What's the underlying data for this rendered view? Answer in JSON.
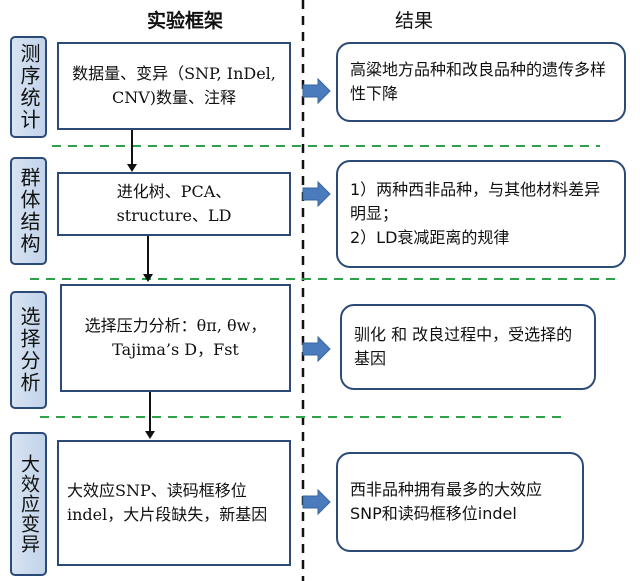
{
  "headers": {
    "left": "实验框架",
    "right": "结果"
  },
  "sections": [
    {
      "label": "测序统计",
      "experiment": "数据量、变异（SNP, InDel, CNV)数量、注释",
      "result": "高粱地方品种和改良品种的遗传多样性下降"
    },
    {
      "label": "群体结构",
      "experiment": "进化树、PCA、structure、LD",
      "result_lines": [
        "1）两种西非品种，与其他材料差异明显；",
        "2）LD衰减距离的规律"
      ]
    },
    {
      "label": "选择分析",
      "experiment": "选择压力分析：θπ, θw，Tajima’s D，Fst",
      "result": "驯化 和 改良过程中，受选择的基因"
    },
    {
      "label": "大效应变异",
      "experiment": "大效应SNP、读码框移位indel，大片段缺失，新基因",
      "result": "西非品种拥有最多的大效应SNP和读码框移位indel"
    }
  ],
  "colors": {
    "box_border": "#2c4a78",
    "sidebar_fill": "#c9d8ee",
    "arrow_fill": "#4a7bbd",
    "dashed_green": "#2ca24a",
    "divider": "#111111"
  }
}
